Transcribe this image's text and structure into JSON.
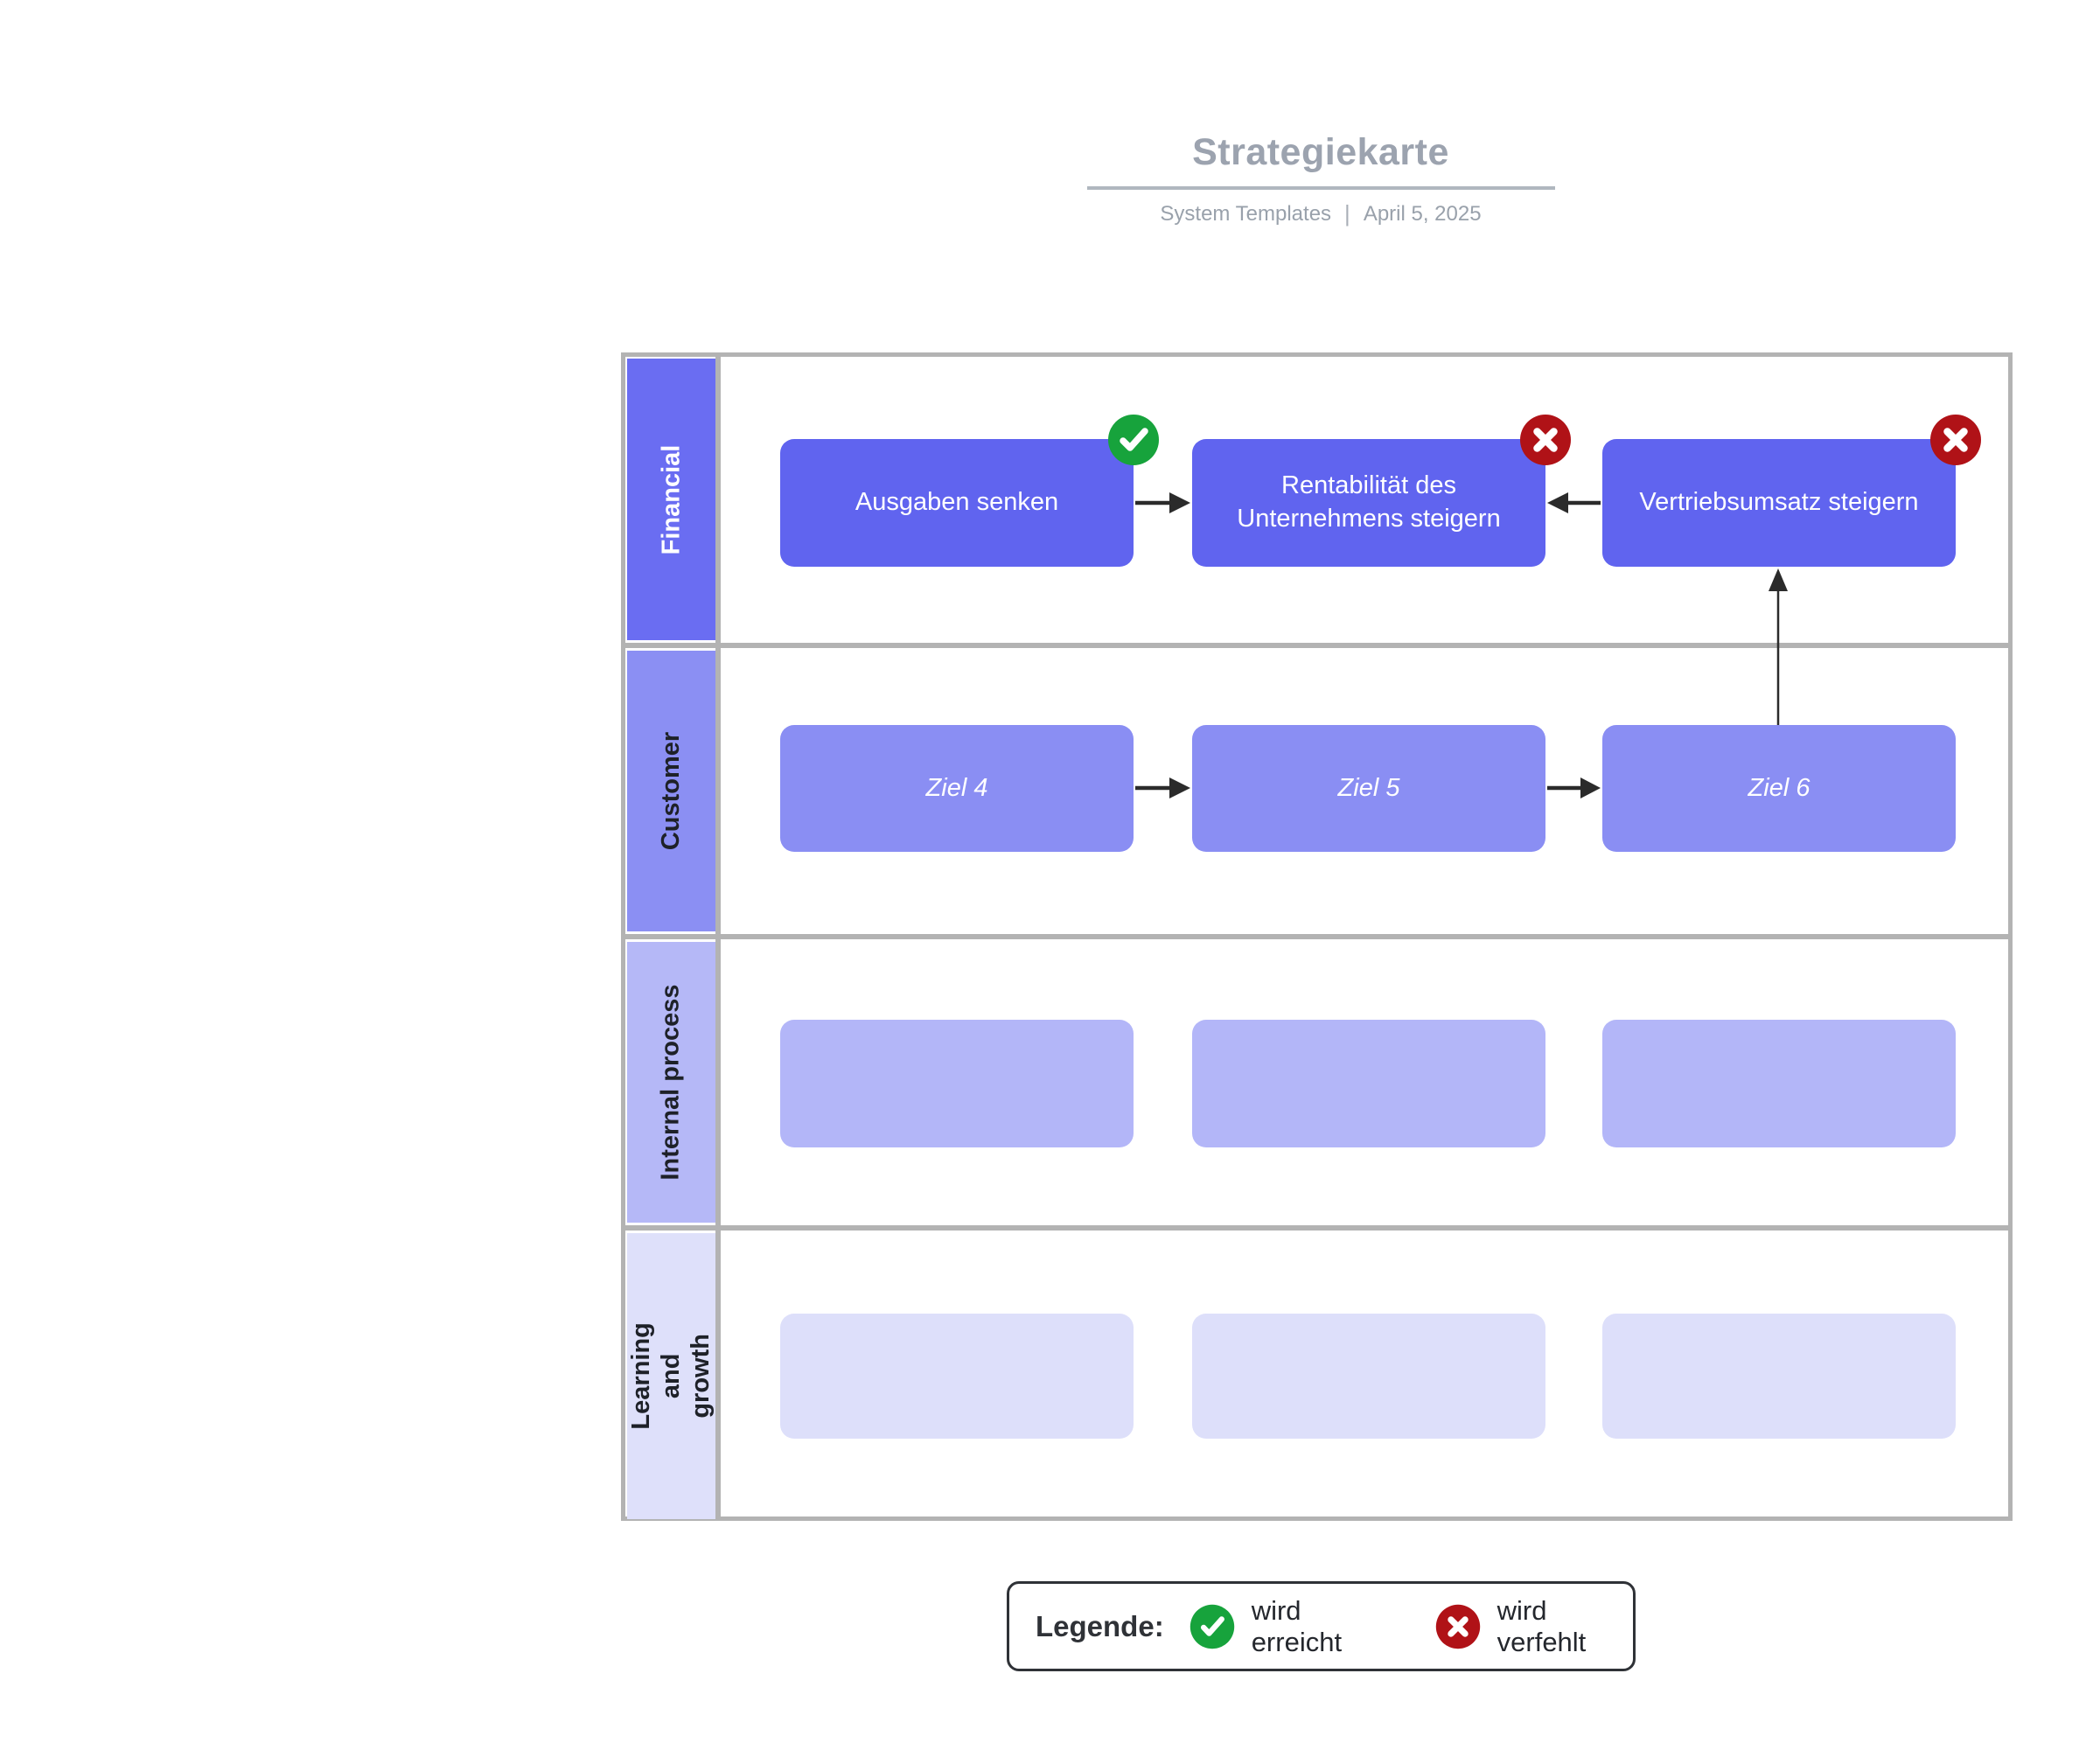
{
  "header": {
    "title": "Strategiekarte",
    "author": "System Templates",
    "divider": "|",
    "date": "April 5, 2025"
  },
  "colors": {
    "row1": "#6064EF",
    "row1Label": "#6A6DF2",
    "row2": "#8A8EF3",
    "row2Label": "#8B8FF3",
    "row3": "#B3B6F8",
    "row3Label": "#B5B8F7",
    "row4": "#DDDFFA",
    "row4Label": "#DEE0FA",
    "achieved": "#17A33C",
    "missed": "#B01217",
    "grid": "#B3B3B3",
    "titleText": "#9CA3AF",
    "arrow": "#2B2B2B"
  },
  "lanes": [
    {
      "label": "Financial"
    },
    {
      "label": "Customer"
    },
    {
      "label": "Internal process"
    },
    {
      "label": "Learning and growth"
    }
  ],
  "nodes": [
    {
      "text": "Ausgaben senken",
      "lane": "Financial",
      "status": "achieved"
    },
    {
      "text": "Rentabilität des Unternehmens steigern",
      "lane": "Financial",
      "status": "missed"
    },
    {
      "text": "Vertriebsumsatz steigern",
      "lane": "Financial",
      "status": "missed"
    },
    {
      "text": "Ziel 4",
      "lane": "Customer"
    },
    {
      "text": "Ziel 5",
      "lane": "Customer"
    },
    {
      "text": "Ziel 6",
      "lane": "Customer"
    },
    {
      "text": "",
      "lane": "Internal process"
    },
    {
      "text": "",
      "lane": "Internal process"
    },
    {
      "text": "",
      "lane": "Internal process"
    },
    {
      "text": "",
      "lane": "Learning and growth"
    },
    {
      "text": "",
      "lane": "Learning and growth"
    },
    {
      "text": "",
      "lane": "Learning and growth"
    }
  ],
  "edges": [
    {
      "from": "Ausgaben senken",
      "to": "Rentabilität des Unternehmens steigern"
    },
    {
      "from": "Vertriebsumsatz steigern",
      "to": "Rentabilität des Unternehmens steigern"
    },
    {
      "from": "Ziel 6",
      "to": "Vertriebsumsatz steigern"
    },
    {
      "from": "Ziel 4",
      "to": "Ziel 5"
    },
    {
      "from": "Ziel 5",
      "to": "Ziel 6"
    }
  ],
  "legend": {
    "title": "Legende:",
    "items": [
      {
        "icon": "check-icon",
        "label": "wird erreicht"
      },
      {
        "icon": "x-icon",
        "label": "wird verfehlt"
      }
    ]
  }
}
